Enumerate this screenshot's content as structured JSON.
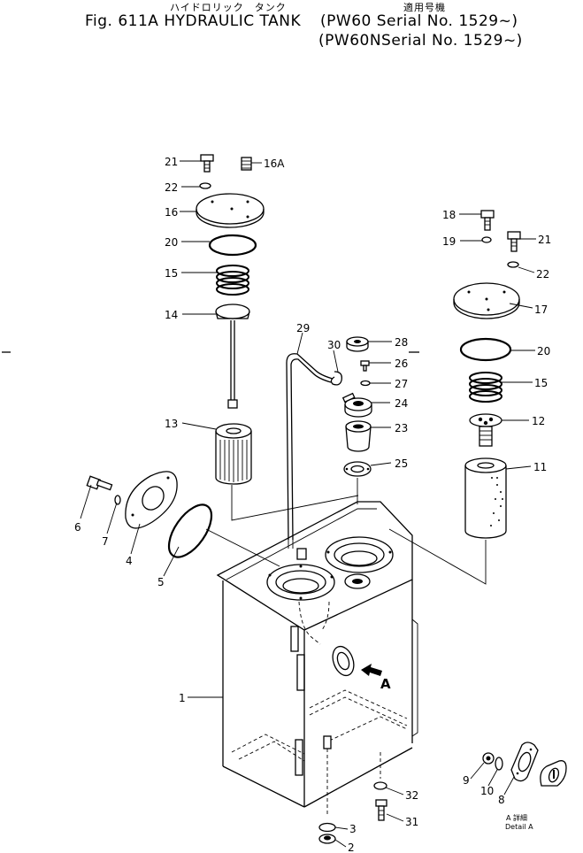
{
  "header": {
    "kana_title": "ハイドロリック　タンク",
    "kana_model": "適用号機",
    "title": "Fig. 611A HYDRAULIC TANK",
    "serial_1": "(PW60  Serial No. 1529~)",
    "serial_2": "(PW60NSerial No. 1529~)"
  },
  "callouts": {
    "c21a": "21",
    "c16a": "16A",
    "c22a": "22",
    "c16": "16",
    "c20a": "20",
    "c15a": "15",
    "c14": "14",
    "c13": "13",
    "c29": "29",
    "c30": "30",
    "c28": "28",
    "c26": "26",
    "c27": "27",
    "c24": "24",
    "c23": "23",
    "c25": "25",
    "c18": "18",
    "c19": "19",
    "c21b": "21",
    "c22b": "22",
    "c17": "17",
    "c20b": "20",
    "c15b": "15",
    "c12": "12",
    "c11": "11",
    "c6": "6",
    "c7": "7",
    "c4": "4",
    "c5": "5",
    "c1": "1",
    "c32": "32",
    "c31": "31",
    "c3": "3",
    "c2": "2",
    "c9": "9",
    "c10": "10",
    "c8": "8",
    "arrowA": "A"
  },
  "detail": {
    "label_a": "A 詳細",
    "label_b": "Detail A"
  }
}
